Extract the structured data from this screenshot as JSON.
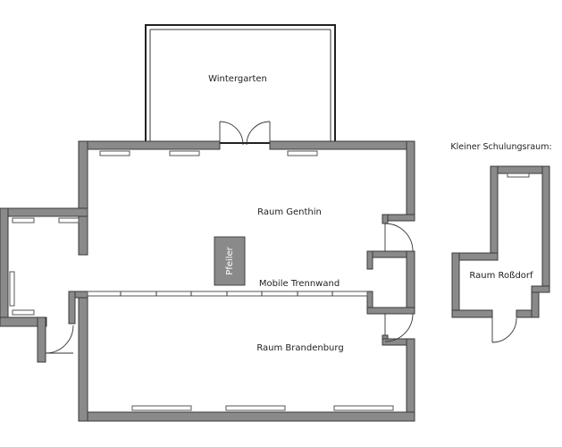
{
  "rooms": {
    "wintergarten": "Wintergarten",
    "genthin": "Raum Genthin",
    "brandenburg": "Raum Brandenburg",
    "rossdorf": "Raum Roßdorf"
  },
  "labels": {
    "pillar": "Pfeiler",
    "mobile_wall": "Mobile Trennwand",
    "small_room_title": "Kleiner Schulungsraum:"
  },
  "colors": {
    "wall_fill": "#8a8a8a",
    "wall_stroke": "#3a3a3a",
    "background": "#ffffff"
  }
}
